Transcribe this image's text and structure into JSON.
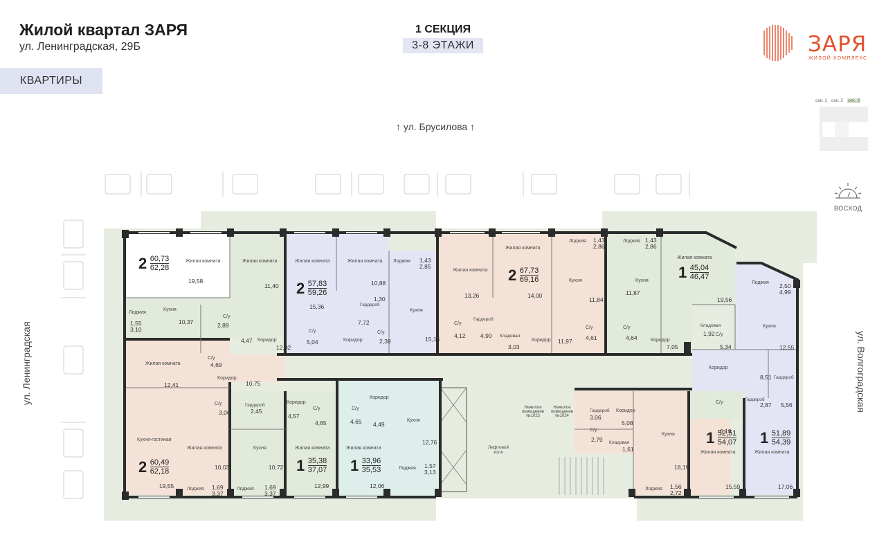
{
  "header": {
    "title": "Жилой квартал ЗАРЯ",
    "address": "ул. Ленинградская, 29Б",
    "tab_label": "КВАРТИРЫ",
    "section": "1 СЕКЦИЯ",
    "floors": "3-8 ЭТАЖИ"
  },
  "logo": {
    "word": "ЗАРЯ",
    "subtitle": "ЖИЛОЙ КОМПЛЕКС",
    "color": "#e2522e"
  },
  "minimap": {
    "labels": [
      "сек. 1",
      "сек. 2",
      "сек. 3"
    ]
  },
  "streets": {
    "top": "↑ ул. Брусилова ↑",
    "left": "ул. Ленинградская",
    "right": "ул. Волгоградская"
  },
  "sunrise_label": "ВОСХОД",
  "colors": {
    "green_ground": "#e6ede0",
    "wall": "#2b2b2b",
    "blue": "#e4e5f4",
    "peach": "#f4e2d6",
    "green": "#e2eadc",
    "teal": "#ddeeeb"
  },
  "apartments": [
    {
      "rooms": "2",
      "area_a": "60,73",
      "area_b": "62,28"
    },
    {
      "rooms": "2",
      "area_a": "57,83",
      "area_b": "59,26"
    },
    {
      "rooms": "2",
      "area_a": "67,73",
      "area_b": "69,16"
    },
    {
      "rooms": "1",
      "area_a": "45,04",
      "area_b": "46,47"
    },
    {
      "rooms": "2",
      "area_a": "60,49",
      "area_b": "62,18"
    },
    {
      "rooms": "1",
      "area_a": "35,38",
      "area_b": "37,07"
    },
    {
      "rooms": "1",
      "area_a": "33,96",
      "area_b": "35,53"
    },
    {
      "rooms": "1",
      "area_a": "52,51",
      "area_b": "54,07"
    },
    {
      "rooms": "1",
      "area_a": "51,89",
      "area_b": "54,39"
    }
  ],
  "rooms": {
    "living": "Жилая комната",
    "kitchen": "Кухня",
    "kitchen_living": "Кухня-гостиная",
    "corridor": "Коридор",
    "wardrobe": "Гардероб",
    "loggia": "Лоджия",
    "bath": "С/у",
    "storage": "Кладовая",
    "lift_hall": "Лифтовой холл",
    "nonres_1": "Нежилое помещение №1023",
    "nonres_2": "Нежилое помещение №1024"
  },
  "areas": [
    "19,58",
    "11,40",
    "10,37",
    "2,89",
    "4,47",
    "12,02",
    "1,55",
    "3,10",
    "15,36",
    "10,88",
    "1,30",
    "7,72",
    "5,04",
    "2,38",
    "1,43",
    "2,85",
    "15,15",
    "13,26",
    "14,00",
    "4,12",
    "4,90",
    "3,03",
    "11,97",
    "11,84",
    "4,61",
    "1,43",
    "2,86",
    "11,87",
    "4,64",
    "7,05",
    "1,43",
    "2,86",
    "19,56",
    "1,92",
    "5,34",
    "2,50",
    "4,99",
    "12,55",
    "4,69",
    "12,41",
    "10,75",
    "3,06",
    "2,45",
    "4,57",
    "4,65",
    "4,65",
    "4,49",
    "12,76",
    "10,03",
    "10,72",
    "1,69",
    "3,37",
    "1,69",
    "3,37",
    "19,55",
    "12,99",
    "12,06",
    "1,57",
    "3,13",
    "8,51",
    "2,87",
    "5,56",
    "3,06",
    "2,79",
    "1,61",
    "5,08",
    "6,19",
    "18,19",
    "15,59",
    "17,06",
    "1,56",
    "2,72"
  ]
}
